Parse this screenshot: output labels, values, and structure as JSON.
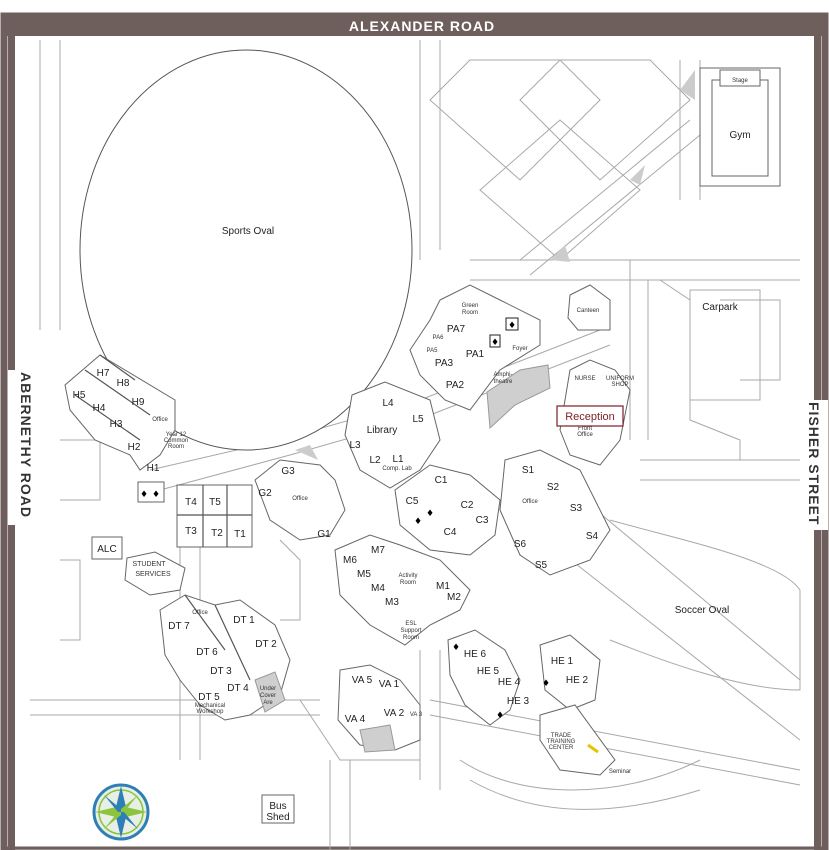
{
  "roads": {
    "north": "ALEXANDER ROAD",
    "west": "ABERNETHY ROAD",
    "east": "FISHER STREET"
  },
  "areas": {
    "sports_oval": "Sports Oval",
    "soccer_oval": "Soccer Oval",
    "carpark": "Carpark",
    "gym": "Gym",
    "stage": "Stage",
    "canteen": "Canteen",
    "bus_shed_line1": "Bus",
    "bus_shed_line2": "Shed",
    "alc": "ALC",
    "student_services_line1": "STUDENT",
    "student_services_line2": "SERVICES",
    "library": "Library",
    "reception": "Reception",
    "activity_room_line1": "Activity",
    "activity_room_line2": "Room",
    "esl_line1": "ESL",
    "esl_line2": "Support",
    "esl_line3": "Room",
    "trade_line1": "TRADE",
    "trade_line2": "TRAINING",
    "trade_line3": "CENTER",
    "amphitheatre_line1": "Amphi-",
    "amphitheatre_line2": "theatre",
    "mechanical_line1": "Mechanical",
    "mechanical_line2": "Workshop",
    "undercover_line1": "Under",
    "undercover_line2": "Cover",
    "undercover_line3": "Are",
    "green_room_line1": "Green",
    "green_room_line2": "Room",
    "foyer": "Foyer",
    "nurse": "NURSE",
    "uniform_line1": "UNIFORM",
    "uniform_line2": "SHOP",
    "front_office_line1": "Front",
    "front_office_line2": "Office",
    "comp_lab": "Comp. Lab",
    "office": "Office",
    "year12_line1": "Year 12",
    "year12_line2": "Common",
    "year12_line3": "Room",
    "seminar": "Seminar"
  },
  "rooms": {
    "h": [
      "H1",
      "H2",
      "H3",
      "H4",
      "H5",
      "H7",
      "H8",
      "H9"
    ],
    "t": [
      "T1",
      "T2",
      "T3",
      "T4",
      "T5"
    ],
    "g": [
      "G1",
      "G2",
      "G3"
    ],
    "l": [
      "L1",
      "L2",
      "L3",
      "L4",
      "L5"
    ],
    "pa": [
      "PA1",
      "PA2",
      "PA3",
      "PA5",
      "PA6",
      "PA7"
    ],
    "c": [
      "C1",
      "C2",
      "C3",
      "C4",
      "C5"
    ],
    "s": [
      "S1",
      "S2",
      "S3",
      "S4",
      "S5",
      "S6"
    ],
    "m": [
      "M1",
      "M2",
      "M3",
      "M4",
      "M5",
      "M6",
      "M7"
    ],
    "dt": [
      "DT 1",
      "DT 2",
      "DT 3",
      "DT 4",
      "DT 5",
      "DT 6",
      "DT 7"
    ],
    "va": [
      "VA 1",
      "VA 2",
      "VA 3",
      "VA 4",
      "VA 5"
    ],
    "he": [
      "HE 1",
      "HE 2",
      "HE 3",
      "HE 4",
      "HE 5",
      "HE 6"
    ]
  },
  "colors": {
    "road_border": "#6e5f5c",
    "reception_text": "#7b1f26",
    "compass_blue": "#2d7fb5",
    "compass_green": "#8bc43f"
  },
  "icons": [
    "toilet-icon",
    "compass-rose-icon"
  ]
}
